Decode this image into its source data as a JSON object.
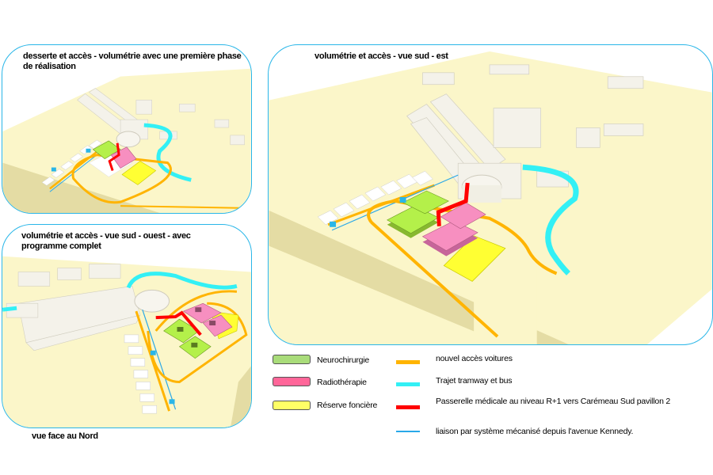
{
  "panels": {
    "first_phase": {
      "title": "desserte et accès - volumétrie avec une première phase de réalisation"
    },
    "south_east": {
      "title": "volumétrie et accès - vue sud - est"
    },
    "south_west": {
      "title": "volumétrie et accès - vue sud - ouest - avec programme complet"
    }
  },
  "caption": "vue face au Nord",
  "colors": {
    "border": "#29b6e8",
    "ground": "#fbf6c9",
    "neuro": "#b4f04a",
    "radio": "#f78fc0",
    "reserve": "#ffff33",
    "access": "#ffb400",
    "tram": "#33f0f5",
    "passerelle": "#ff0000",
    "mechanical": "#29a8e8"
  },
  "legend": {
    "areas": [
      {
        "label": "Neurochirurgie",
        "color": "#a9dc7a"
      },
      {
        "label": "Radiothérapie",
        "color": "#ff6699"
      },
      {
        "label": "Réserve foncière",
        "color": "#ffff66"
      }
    ],
    "lines": [
      {
        "label": "nouvel accès voitures",
        "color": "#ffb400"
      },
      {
        "label": "Trajet tramway et bus",
        "color": "#33f0f5"
      },
      {
        "label": "Passerelle médicale au niveau R+1 vers Carémeau Sud pavillon 2",
        "color": "#ff0000"
      },
      {
        "label": "liaison par système mécanisé depuis l'avenue Kennedy.",
        "color": "#29a8e8"
      }
    ]
  }
}
